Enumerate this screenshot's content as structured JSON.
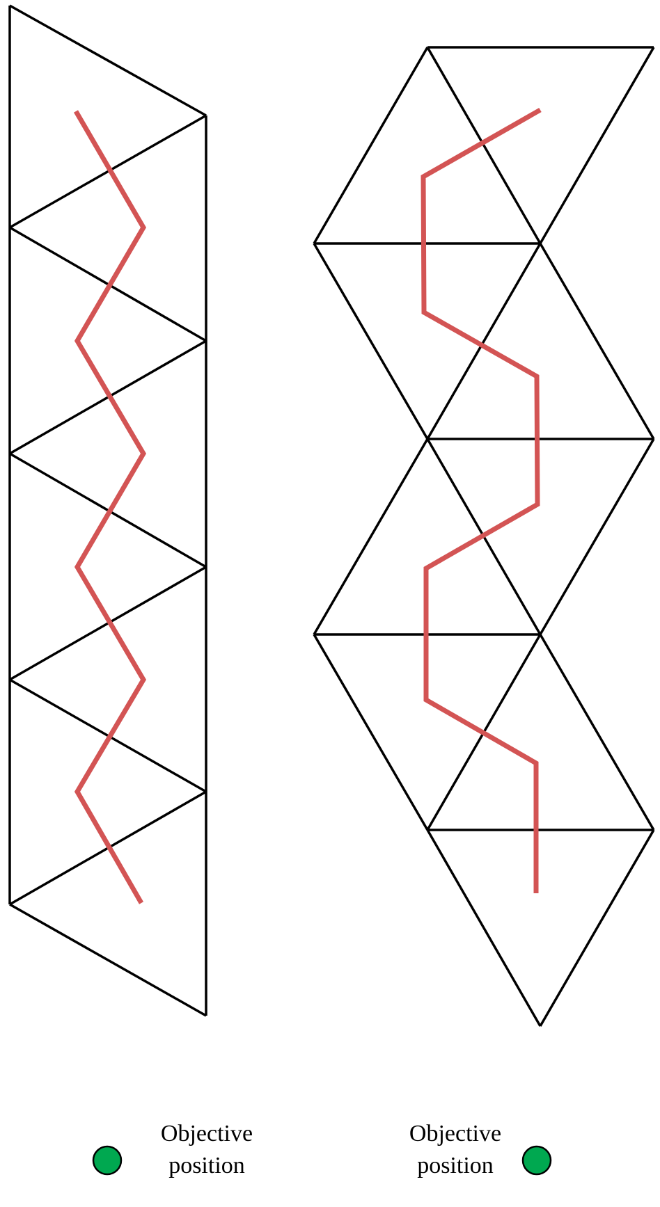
{
  "colors": {
    "background": "#ffffff",
    "grid": "#000000",
    "path": "#d35454",
    "marker": "#00a850",
    "marker_stroke": "#000000"
  },
  "left_panel": {
    "caption_line1": "Objective",
    "caption_line2": "position"
  },
  "right_panel": {
    "caption_line1": "Objective",
    "caption_line2": "position"
  }
}
